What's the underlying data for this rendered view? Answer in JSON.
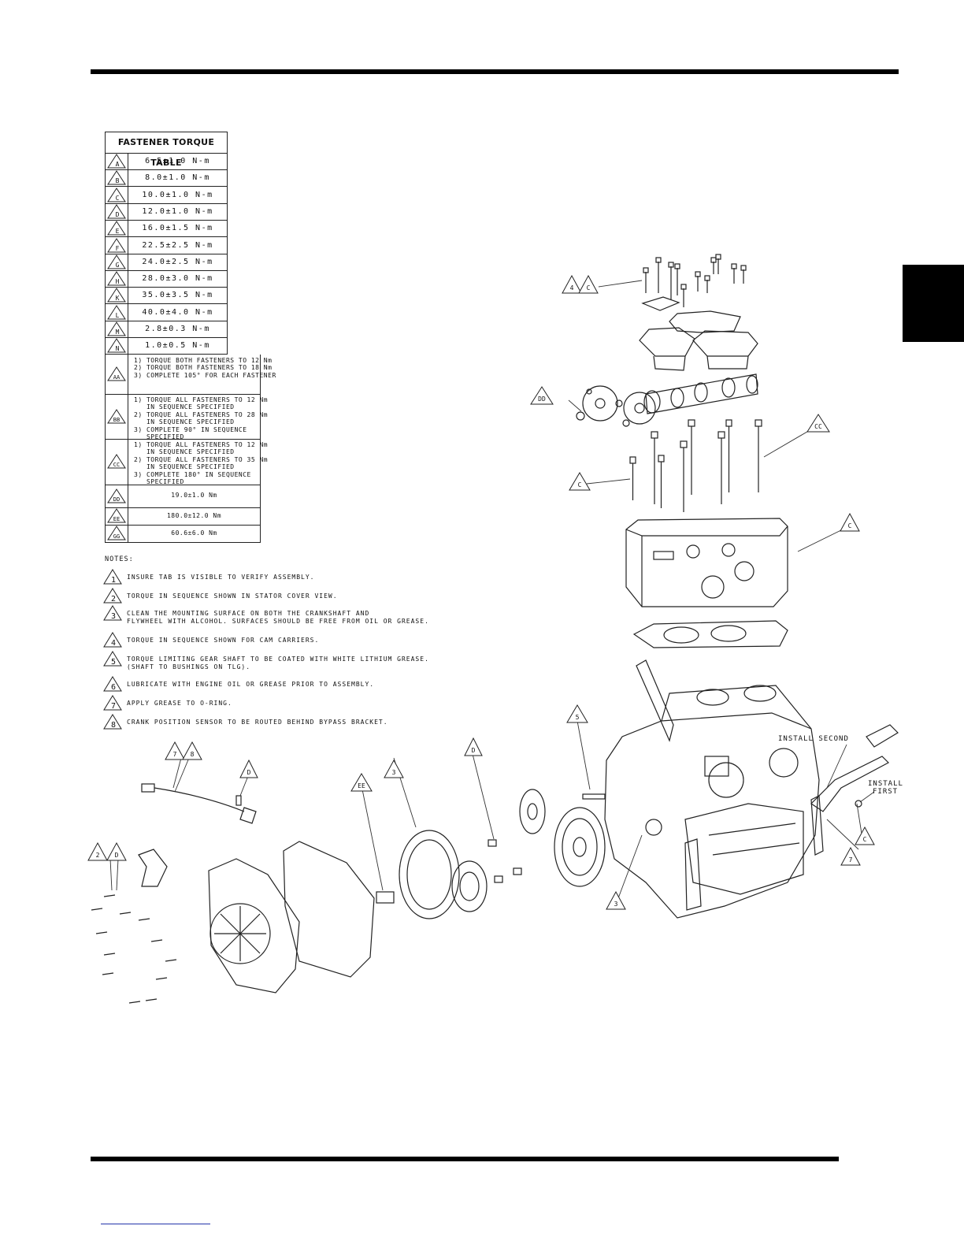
{
  "torque_table": {
    "title": "FASTENER TORQUE TABLE",
    "rows": [
      {
        "symbol": "A",
        "value": "6.5±1.0 N-m"
      },
      {
        "symbol": "B",
        "value": "8.0±1.0 N-m"
      },
      {
        "symbol": "C",
        "value": "10.0±1.0 N-m"
      },
      {
        "symbol": "D",
        "value": "12.0±1.0 N-m"
      },
      {
        "symbol": "E",
        "value": "16.0±1.5 N-m"
      },
      {
        "symbol": "F",
        "value": "22.5±2.5 N-m"
      },
      {
        "symbol": "G",
        "value": "24.0±2.5 N-m"
      },
      {
        "symbol": "H",
        "value": "28.0±3.0 N-m"
      },
      {
        "symbol": "K",
        "value": "35.0±3.5 N-m"
      },
      {
        "symbol": "L",
        "value": "40.0±4.0 N-m"
      },
      {
        "symbol": "M",
        "value": "2.8±0.3 N-m"
      },
      {
        "symbol": "N",
        "value": "1.0±0.5 N-m"
      }
    ],
    "sequence_rows": [
      {
        "symbol": "AA",
        "value": "1) TORQUE BOTH FASTENERS TO 12 Nm\n2) TORQUE BOTH FASTENERS TO 18 Nm\n3) COMPLETE 105° FOR EACH FASTENER"
      },
      {
        "symbol": "BB",
        "value": "1) TORQUE ALL FASTENERS TO 12 Nm\n   IN SEQUENCE SPECIFIED\n2) TORQUE ALL FASTENERS TO 28 Nm\n   IN SEQUENCE SPECIFIED\n3) COMPLETE 90° IN SEQUENCE\n   SPECIFIED"
      },
      {
        "symbol": "CC",
        "value": "1) TORQUE ALL FASTENERS TO 12 Nm\n   IN SEQUENCE SPECIFIED\n2) TORQUE ALL FASTENERS TO 35 Nm\n   IN SEQUENCE SPECIFIED\n3) COMPLETE 180° IN SEQUENCE\n   SPECIFIED"
      },
      {
        "symbol": "DD",
        "value": "19.0±1.0 Nm"
      },
      {
        "symbol": "EE",
        "value": "180.0±12.0 Nm"
      },
      {
        "symbol": "GG",
        "value": "60.6±6.0 Nm"
      }
    ]
  },
  "notes": {
    "title": "NOTES:",
    "items": [
      {
        "num": "1",
        "text": "INSURE TAB IS VISIBLE TO VERIFY ASSEMBLY."
      },
      {
        "num": "2",
        "text": "TORQUE IN SEQUENCE SHOWN IN STATOR COVER VIEW."
      },
      {
        "num": "3",
        "text": "CLEAN THE MOUNTING SURFACE ON BOTH THE CRANKSHAFT AND\nFLYWHEEL WITH ALCOHOL. SURFACES SHOULD BE FREE FROM OIL OR GREASE."
      },
      {
        "num": "4",
        "text": "TORQUE IN SEQUENCE SHOWN FOR CAM CARRIERS."
      },
      {
        "num": "5",
        "text": "TORQUE LIMITING GEAR SHAFT TO BE COATED WITH WHITE LITHIUM GREASE.\n(SHAFT TO BUSHINGS ON TLG)."
      },
      {
        "num": "6",
        "text": "LUBRICATE WITH ENGINE OIL OR GREASE PRIOR TO ASSEMBLY."
      },
      {
        "num": "7",
        "text": "APPLY GREASE TO O-RING."
      },
      {
        "num": "8",
        "text": "CRANK POSITION SENSOR TO BE ROUTED BEHIND BYPASS BRACKET."
      }
    ]
  },
  "diagram_labels": {
    "install_second": "INSTALL SECOND",
    "install_first_1": "INSTALL",
    "install_first_2": "FIRST"
  },
  "callouts": [
    {
      "id": "c-4",
      "text": "4"
    },
    {
      "id": "c-4c",
      "text": "C"
    },
    {
      "id": "c-dd",
      "text": "DD"
    },
    {
      "id": "c-cc",
      "text": "CC"
    },
    {
      "id": "c-c1",
      "text": "C"
    },
    {
      "id": "c-c2",
      "text": "C"
    },
    {
      "id": "c-5",
      "text": "5"
    },
    {
      "id": "c-d1",
      "text": "D"
    },
    {
      "id": "c-3a",
      "text": "3"
    },
    {
      "id": "c-ee",
      "text": "EE"
    },
    {
      "id": "c-7",
      "text": "7"
    },
    {
      "id": "c-8",
      "text": "8"
    },
    {
      "id": "c-d2",
      "text": "D"
    },
    {
      "id": "c-2",
      "text": "2"
    },
    {
      "id": "c-d3",
      "text": "D"
    },
    {
      "id": "c-3b",
      "text": "3"
    },
    {
      "id": "c-7b",
      "text": "7"
    },
    {
      "id": "c-c3",
      "text": "C"
    }
  ]
}
